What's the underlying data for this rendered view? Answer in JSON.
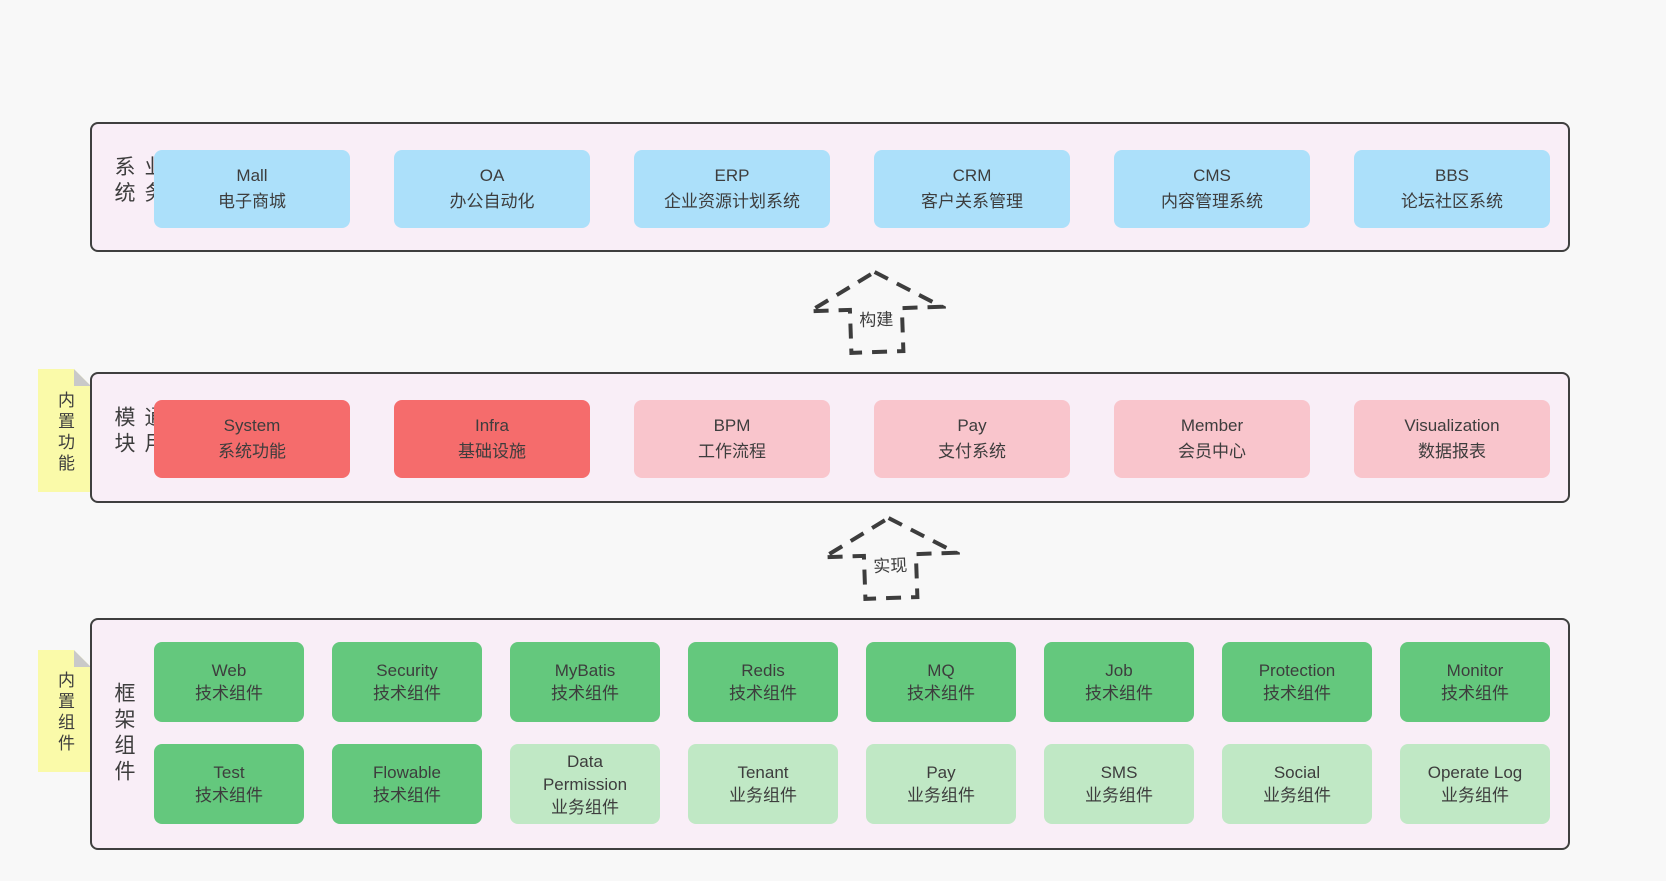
{
  "colors": {
    "page_bg": "#f8f8f8",
    "panel_bg": "#f9eef7",
    "panel_border": "#3f3f3f",
    "box_blue": "#ace0fa",
    "box_red": "#f56c6c",
    "box_pink": "#f9c5cc",
    "box_green_dark": "#64c87d",
    "box_green_light": "#c0e8c5",
    "sticky_yellow": "#fafaa9",
    "sticky_fold_gray": "#c9c9c9",
    "text": "#3d3d3d"
  },
  "arrows": {
    "build": "构建",
    "implement": "实现"
  },
  "sections": {
    "business": {
      "label": "业务系统",
      "boxes": [
        {
          "title": "Mall",
          "subtitle": "电子商城",
          "variant": "blue"
        },
        {
          "title": "OA",
          "subtitle": "办公自动化",
          "variant": "blue"
        },
        {
          "title": "ERP",
          "subtitle": "企业资源计划系统",
          "variant": "blue"
        },
        {
          "title": "CRM",
          "subtitle": "客户关系管理",
          "variant": "blue"
        },
        {
          "title": "CMS",
          "subtitle": "内容管理系统",
          "variant": "blue"
        },
        {
          "title": "BBS",
          "subtitle": "论坛社区系统",
          "variant": "blue"
        }
      ]
    },
    "modules": {
      "label": "通用模块",
      "sticky": "内置功能",
      "boxes": [
        {
          "title": "System",
          "subtitle": "系统功能",
          "variant": "red"
        },
        {
          "title": "Infra",
          "subtitle": "基础设施",
          "variant": "red"
        },
        {
          "title": "BPM",
          "subtitle": "工作流程",
          "variant": "pink"
        },
        {
          "title": "Pay",
          "subtitle": "支付系统",
          "variant": "pink"
        },
        {
          "title": "Member",
          "subtitle": "会员中心",
          "variant": "pink"
        },
        {
          "title": "Visualization",
          "subtitle": "数据报表",
          "variant": "pink"
        }
      ]
    },
    "components": {
      "label": "框架组件",
      "sticky": "内置组件",
      "row1": [
        {
          "title": "Web",
          "subtitle": "技术组件",
          "variant": "green-dark"
        },
        {
          "title": "Security",
          "subtitle": "技术组件",
          "variant": "green-dark"
        },
        {
          "title": "MyBatis",
          "subtitle": "技术组件",
          "variant": "green-dark"
        },
        {
          "title": "Redis",
          "subtitle": "技术组件",
          "variant": "green-dark"
        },
        {
          "title": "MQ",
          "subtitle": "技术组件",
          "variant": "green-dark"
        },
        {
          "title": "Job",
          "subtitle": "技术组件",
          "variant": "green-dark"
        },
        {
          "title": "Protection",
          "subtitle": "技术组件",
          "variant": "green-dark"
        },
        {
          "title": "Monitor",
          "subtitle": "技术组件",
          "variant": "green-dark"
        }
      ],
      "row2": [
        {
          "title": "Test",
          "subtitle": "技术组件",
          "variant": "green-dark"
        },
        {
          "title": "Flowable",
          "subtitle": "技术组件",
          "variant": "green-dark"
        },
        {
          "title": "Data Permission",
          "subtitle": "业务组件",
          "variant": "green-light"
        },
        {
          "title": "Tenant",
          "subtitle": "业务组件",
          "variant": "green-light"
        },
        {
          "title": "Pay",
          "subtitle": "业务组件",
          "variant": "green-light"
        },
        {
          "title": "SMS",
          "subtitle": "业务组件",
          "variant": "green-light"
        },
        {
          "title": "Social",
          "subtitle": "业务组件",
          "variant": "green-light"
        },
        {
          "title": "Operate Log",
          "subtitle": "业务组件",
          "variant": "green-light"
        }
      ]
    }
  }
}
